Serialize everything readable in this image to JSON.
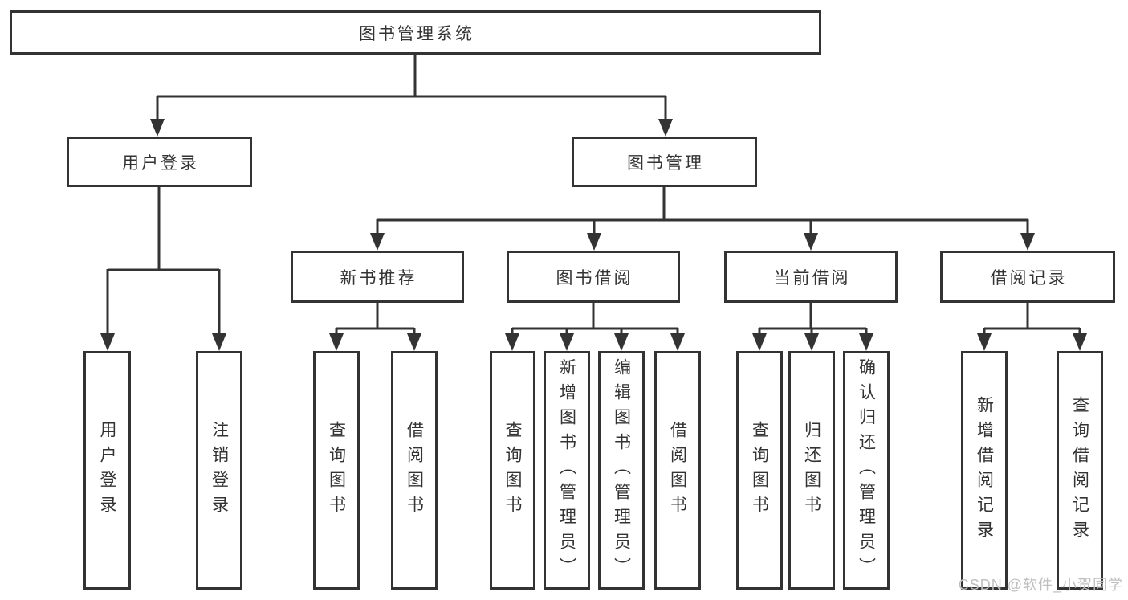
{
  "title": "图书管理系统",
  "colors": {
    "line": "#333333",
    "text": "#333333",
    "background": "#ffffff",
    "watermark": "#bfbfbf"
  },
  "tree": {
    "root": "图书管理系统",
    "branches": [
      {
        "label": "用户登录",
        "children": [
          "用户登录",
          "注销登录"
        ]
      },
      {
        "label": "图书管理",
        "children": [
          {
            "label": "新书推荐",
            "children": [
              "查询图书",
              "借阅图书"
            ]
          },
          {
            "label": "图书借阅",
            "children": [
              "查询图书",
              "新增图书（管理员）",
              "编辑图书（管理员）",
              "借阅图书"
            ]
          },
          {
            "label": "当前借阅",
            "children": [
              "查询图书",
              "归还图书",
              "确认归还（管理员）"
            ]
          },
          {
            "label": "借阅记录",
            "children": [
              "新增借阅记录",
              "查询借阅记录"
            ]
          }
        ]
      }
    ]
  },
  "watermark": {
    "text": "CSDN @软件_小贺同学"
  }
}
